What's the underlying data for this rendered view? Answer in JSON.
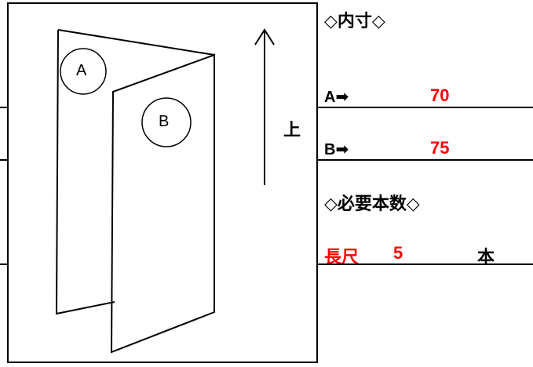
{
  "diagram": {
    "panel_a_label": "A",
    "panel_b_label": "B",
    "direction_label": "上"
  },
  "dimensions": {
    "heading": "◇内寸◇",
    "a_label": "A➡",
    "a_value": "70",
    "b_label": "B➡",
    "b_value": "75"
  },
  "count": {
    "heading": "◇必要本数◇",
    "type_label": "長尺",
    "quantity": "5",
    "unit": "本"
  },
  "colors": {
    "value": "#ff0000",
    "line": "#000000"
  }
}
